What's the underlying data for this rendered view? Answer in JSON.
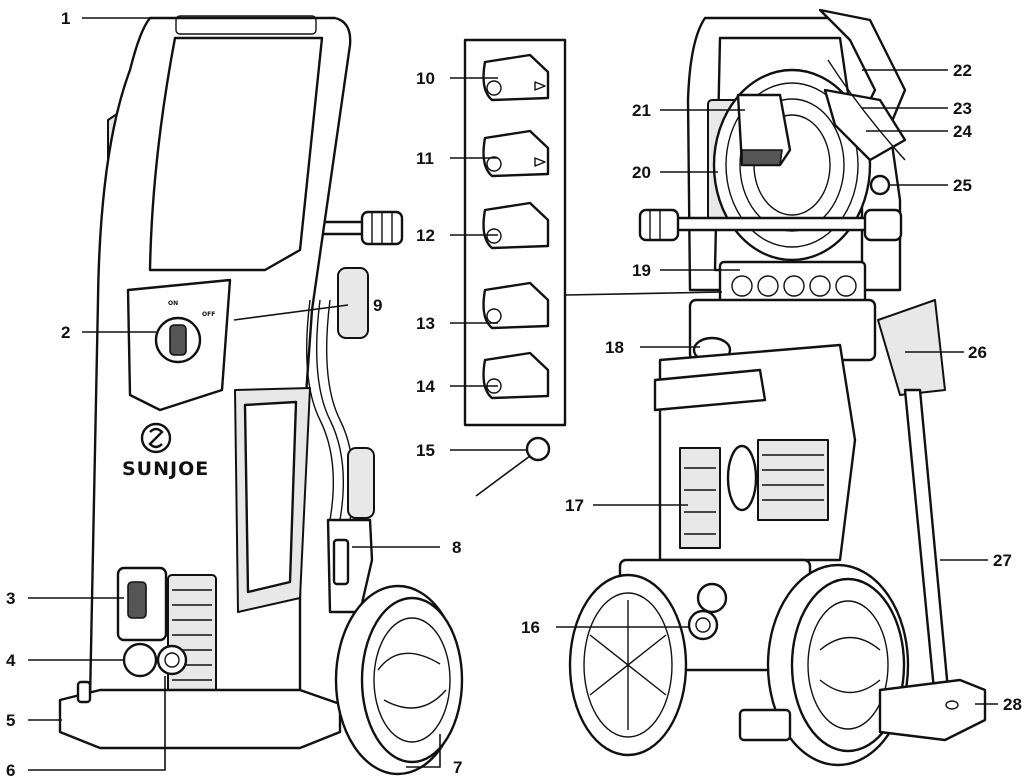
{
  "brand": {
    "name": "SUNJOE"
  },
  "switch_marks": {
    "on": "ON",
    "off": "OFF"
  },
  "callouts": [
    {
      "id": "1",
      "label": "1"
    },
    {
      "id": "2",
      "label": "2"
    },
    {
      "id": "3",
      "label": "3"
    },
    {
      "id": "4",
      "label": "4"
    },
    {
      "id": "5",
      "label": "5"
    },
    {
      "id": "6",
      "label": "6"
    },
    {
      "id": "7",
      "label": "7"
    },
    {
      "id": "8",
      "label": "8"
    },
    {
      "id": "9",
      "label": "9"
    },
    {
      "id": "10",
      "label": "10"
    },
    {
      "id": "11",
      "label": "11"
    },
    {
      "id": "12",
      "label": "12"
    },
    {
      "id": "13",
      "label": "13"
    },
    {
      "id": "14",
      "label": "14"
    },
    {
      "id": "15",
      "label": "15"
    },
    {
      "id": "16",
      "label": "16"
    },
    {
      "id": "17",
      "label": "17"
    },
    {
      "id": "18",
      "label": "18"
    },
    {
      "id": "19",
      "label": "19"
    },
    {
      "id": "20",
      "label": "20"
    },
    {
      "id": "21",
      "label": "21"
    },
    {
      "id": "22",
      "label": "22"
    },
    {
      "id": "23",
      "label": "23"
    },
    {
      "id": "24",
      "label": "24"
    },
    {
      "id": "25",
      "label": "25"
    },
    {
      "id": "26",
      "label": "26"
    },
    {
      "id": "27",
      "label": "27"
    },
    {
      "id": "28",
      "label": "28"
    }
  ]
}
